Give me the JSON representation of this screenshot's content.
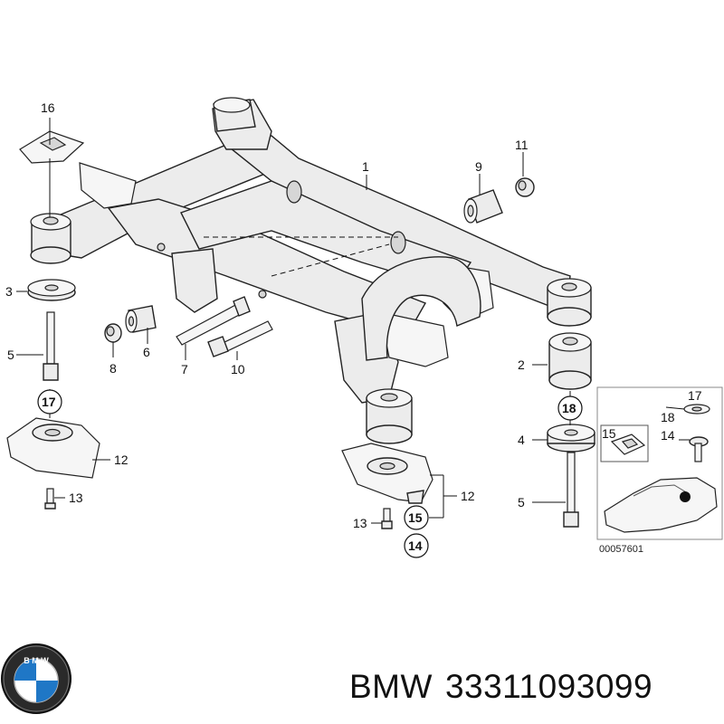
{
  "callouts": {
    "l1": "1",
    "l2": "2",
    "l3": "3",
    "l4": "4",
    "l5a": "5",
    "l5b": "5",
    "l6": "6",
    "l7": "7",
    "l8": "8",
    "l9": "9",
    "l10": "10",
    "l11": "11",
    "l12a": "12",
    "l12b": "12",
    "l13a": "13",
    "l13b": "13",
    "l14": "14",
    "l15": "15",
    "l16": "16",
    "l17": "17",
    "l18": "18"
  },
  "inset": {
    "l17": "17",
    "l18": "18",
    "l15": "15",
    "l14": "14"
  },
  "diagram_code": "00057601",
  "brand": {
    "name": "BMW",
    "part_number": "33311093099",
    "logo_text": "B M W"
  }
}
